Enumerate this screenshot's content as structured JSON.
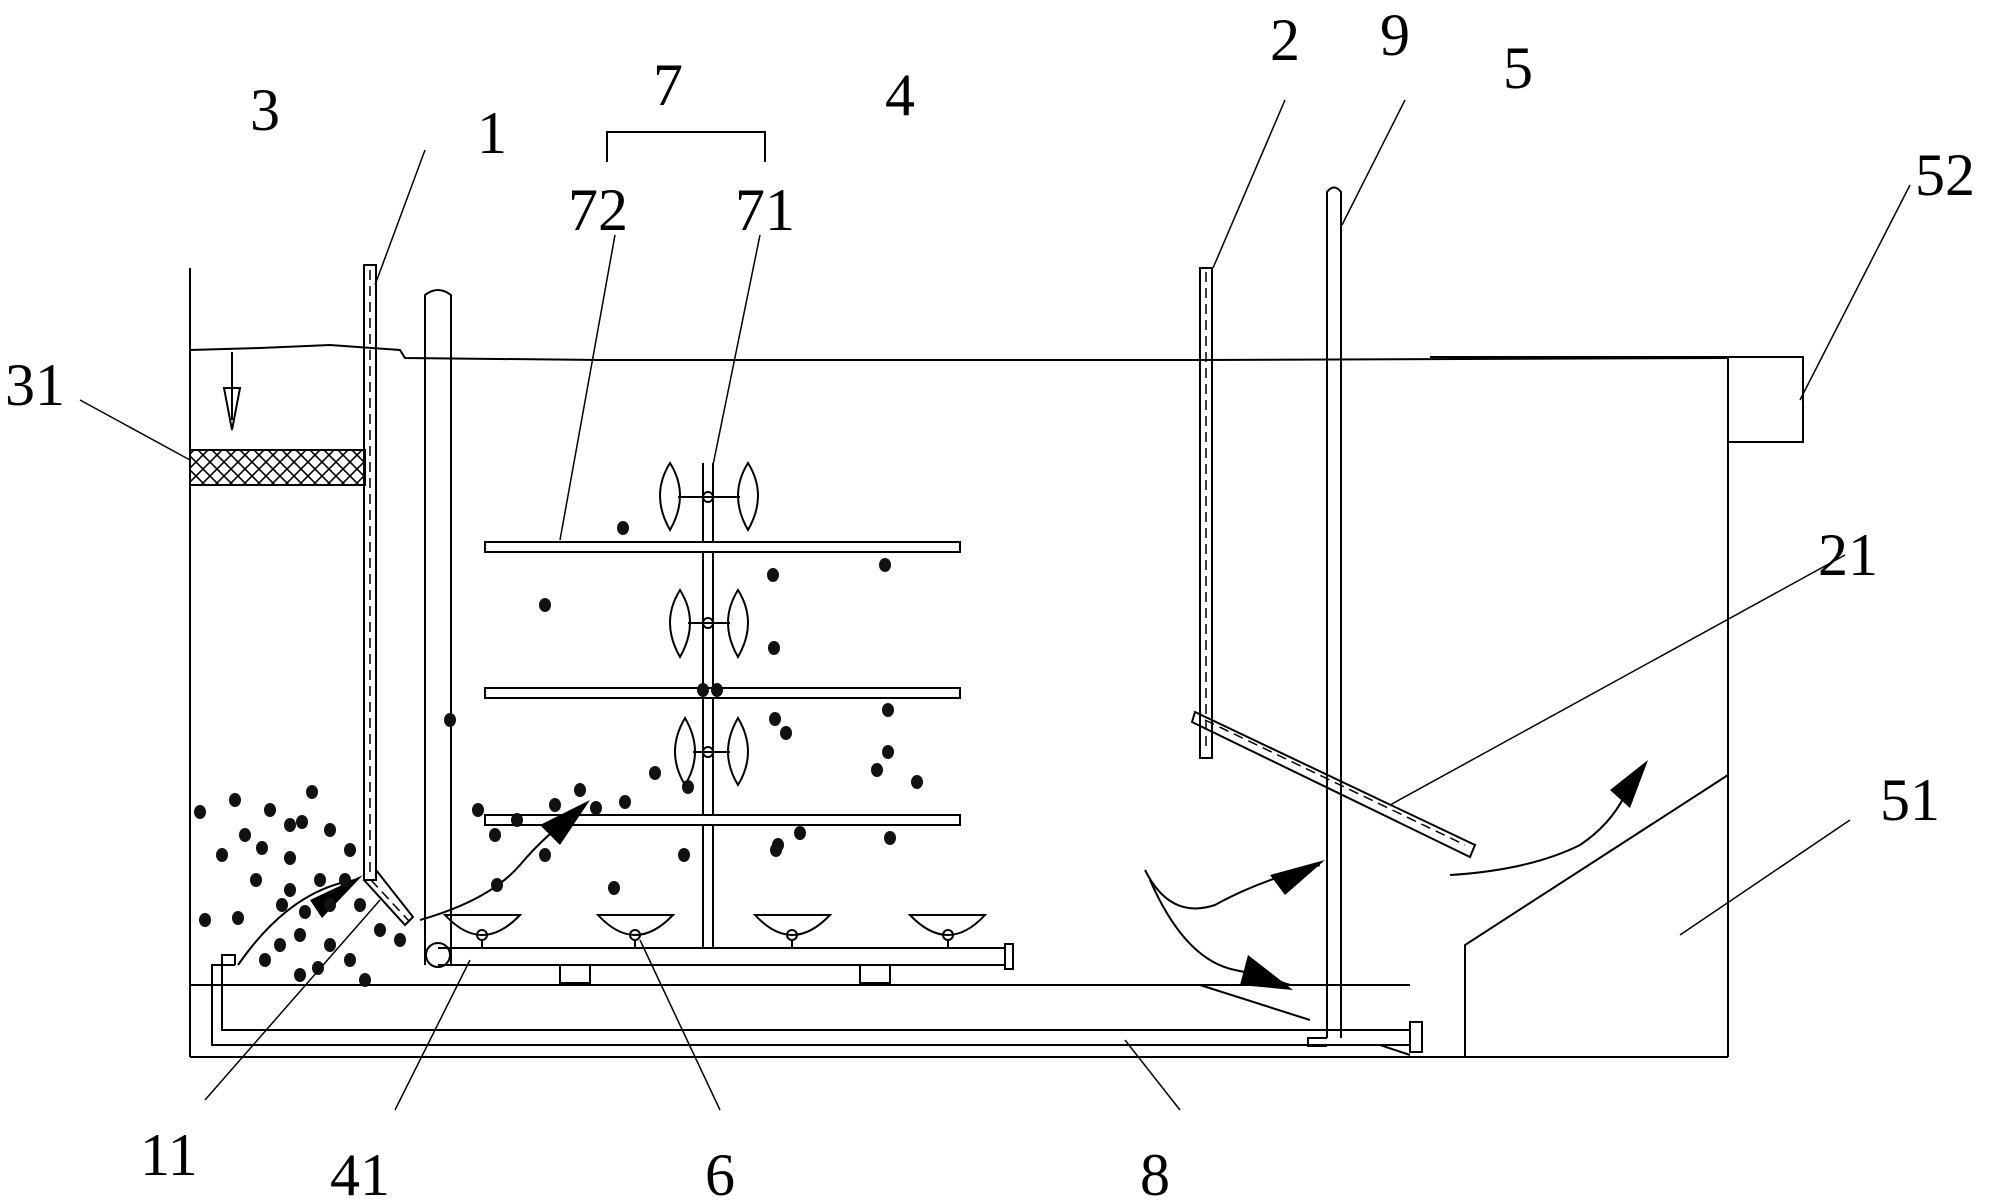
{
  "labels": {
    "l1": "1",
    "l2": "2",
    "l3": "3",
    "l4": "4",
    "l5": "5",
    "l6": "6",
    "l7": "7",
    "l8": "8",
    "l9": "9",
    "l11": "11",
    "l21": "21",
    "l31": "31",
    "l41": "41",
    "l51": "51",
    "l52": "52",
    "l71": "71",
    "l72": "72"
  }
}
